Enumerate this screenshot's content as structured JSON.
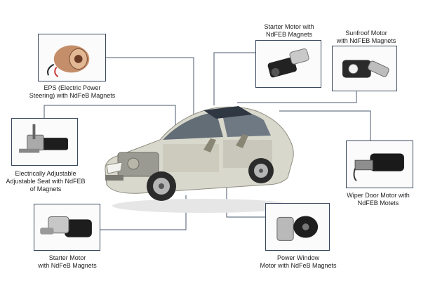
{
  "colors": {
    "frame": "#3a4a5e",
    "connector": "#4a5a6e",
    "text": "#1e1e1e"
  },
  "components": [
    {
      "id": "eps",
      "icon": "eps-motor-icon",
      "label_lines": [
        "EPS (Electric Power",
        "Steering) with NdFeB Magnets"
      ]
    },
    {
      "id": "starter-top",
      "icon": "starter-motor-icon",
      "label_lines": [
        "Starter Motor with",
        "NdFEB Magnets"
      ]
    },
    {
      "id": "sunroof",
      "icon": "sunroof-motor-icon",
      "label_lines": [
        "Sunfroof Motor",
        "with NdFEB Magnets"
      ]
    },
    {
      "id": "seat",
      "icon": "seat-adjust-motor-icon",
      "label_lines": [
        "Electrically Adjustable",
        "Adjustable Seat with NdFEB",
        "of Magnets"
      ]
    },
    {
      "id": "wiper",
      "icon": "wiper-motor-icon",
      "label_lines": [
        "Wiper Door Motor with",
        "NdFEB Motets"
      ]
    },
    {
      "id": "starter-bottom",
      "icon": "starter-motor-icon",
      "label_lines": [
        "Starter Motor",
        "with NdFeB Magnets"
      ]
    },
    {
      "id": "window",
      "icon": "power-window-motor-icon",
      "label_lines": [
        "Power Window",
        "Motor with NdFeB Magnets"
      ]
    }
  ]
}
